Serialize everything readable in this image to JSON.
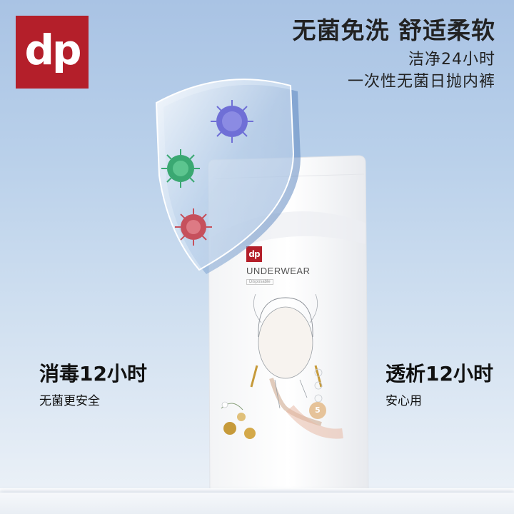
{
  "logo": {
    "text": "dp",
    "color": "#b41f2a"
  },
  "headline": {
    "title": "无菌免洗  舒适柔软",
    "line2": "洁净24小时",
    "line3": "一次性无菌日抛内裤"
  },
  "left_claim": {
    "title": "消毒12小时",
    "subtitle": "无菌更安全"
  },
  "right_claim": {
    "title": "透析12小时",
    "subtitle": "安心用"
  },
  "package": {
    "logo_text": "dp",
    "product_name": "UNDERWEAR",
    "sub_label": "Disposable",
    "count": "5"
  },
  "colors": {
    "brand_red": "#b41f2a",
    "virus_blue": "#6f6fd6",
    "virus_green": "#3aa872",
    "virus_red": "#c6505c"
  }
}
